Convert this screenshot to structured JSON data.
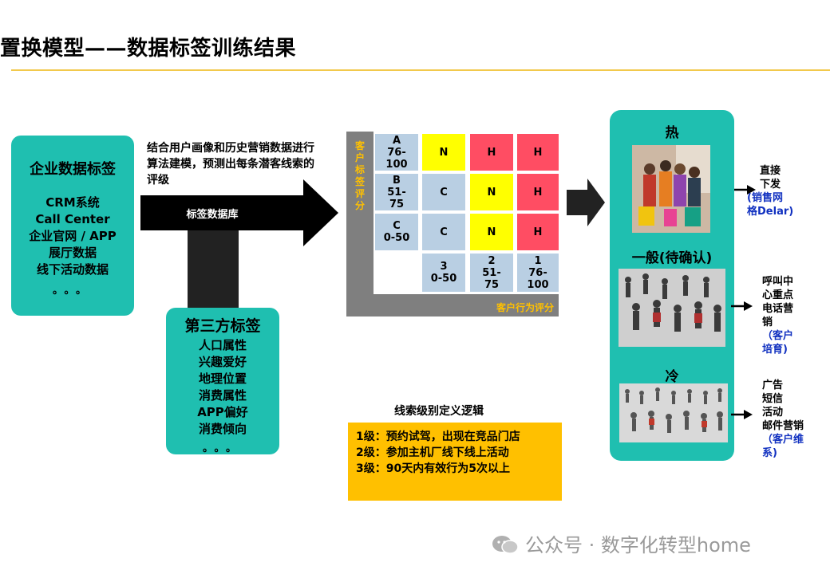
{
  "title": "置换模型——数据标签训练结果",
  "enterprise": {
    "heading": "企业数据标签",
    "items": [
      "CRM系统",
      "Call Center",
      "企业官网 / APP",
      "展厅数据",
      "线下活动数据"
    ],
    "dots": "。。。"
  },
  "third_party": {
    "heading": "第三方标签",
    "items": [
      "人口属性",
      "兴趣爱好",
      "地理位置",
      "消费属性",
      "APP偏好",
      "消费倾向"
    ],
    "dots": "。。。"
  },
  "description": "结合用户画像和历史营销数据进行算法建模，预测出每条潜客线索的评级",
  "bar_label": "标签数据库",
  "matrix": {
    "y_axis_label": "客户标签评分",
    "x_axis_label": "客户行为评分",
    "row_headers": [
      "A\n76-\n100",
      "B\n51-\n75",
      "C\n0-50"
    ],
    "col_headers": [
      "3\n0-50",
      "2\n51-\n75",
      "1\n76-\n100"
    ],
    "cells": [
      [
        "N",
        "H",
        "H"
      ],
      [
        "C",
        "N",
        "H"
      ],
      [
        "C",
        "N",
        "H"
      ]
    ]
  },
  "legend": {
    "title": "线索级别定义逻辑",
    "lines": [
      "1级：预约试驾，出现在竞品门店",
      "2级：参加主机厂线下线上活动",
      "3级：90天内有效行为5次以上"
    ]
  },
  "tiers": {
    "hot": "热",
    "normal": "一般(待确认)",
    "cold": "冷"
  },
  "targets": {
    "hot": {
      "text": "直接\n下发",
      "note": "(销售网\n格Delar)"
    },
    "normal": {
      "text": "呼叫中\n心重点\n电话营\n销",
      "note": "（客户\n培育)"
    },
    "cold": {
      "text": "广告\n短信\n活动\n邮件营销",
      "note": "（客户维\n系)"
    }
  },
  "watermark": "公众号 · 数字化转型home",
  "colors": {
    "teal": "#1fbfb0",
    "yellow": "#ffff00",
    "red": "#ff4d63",
    "light_blue": "#b9cfe3",
    "amber": "#ffc000"
  }
}
